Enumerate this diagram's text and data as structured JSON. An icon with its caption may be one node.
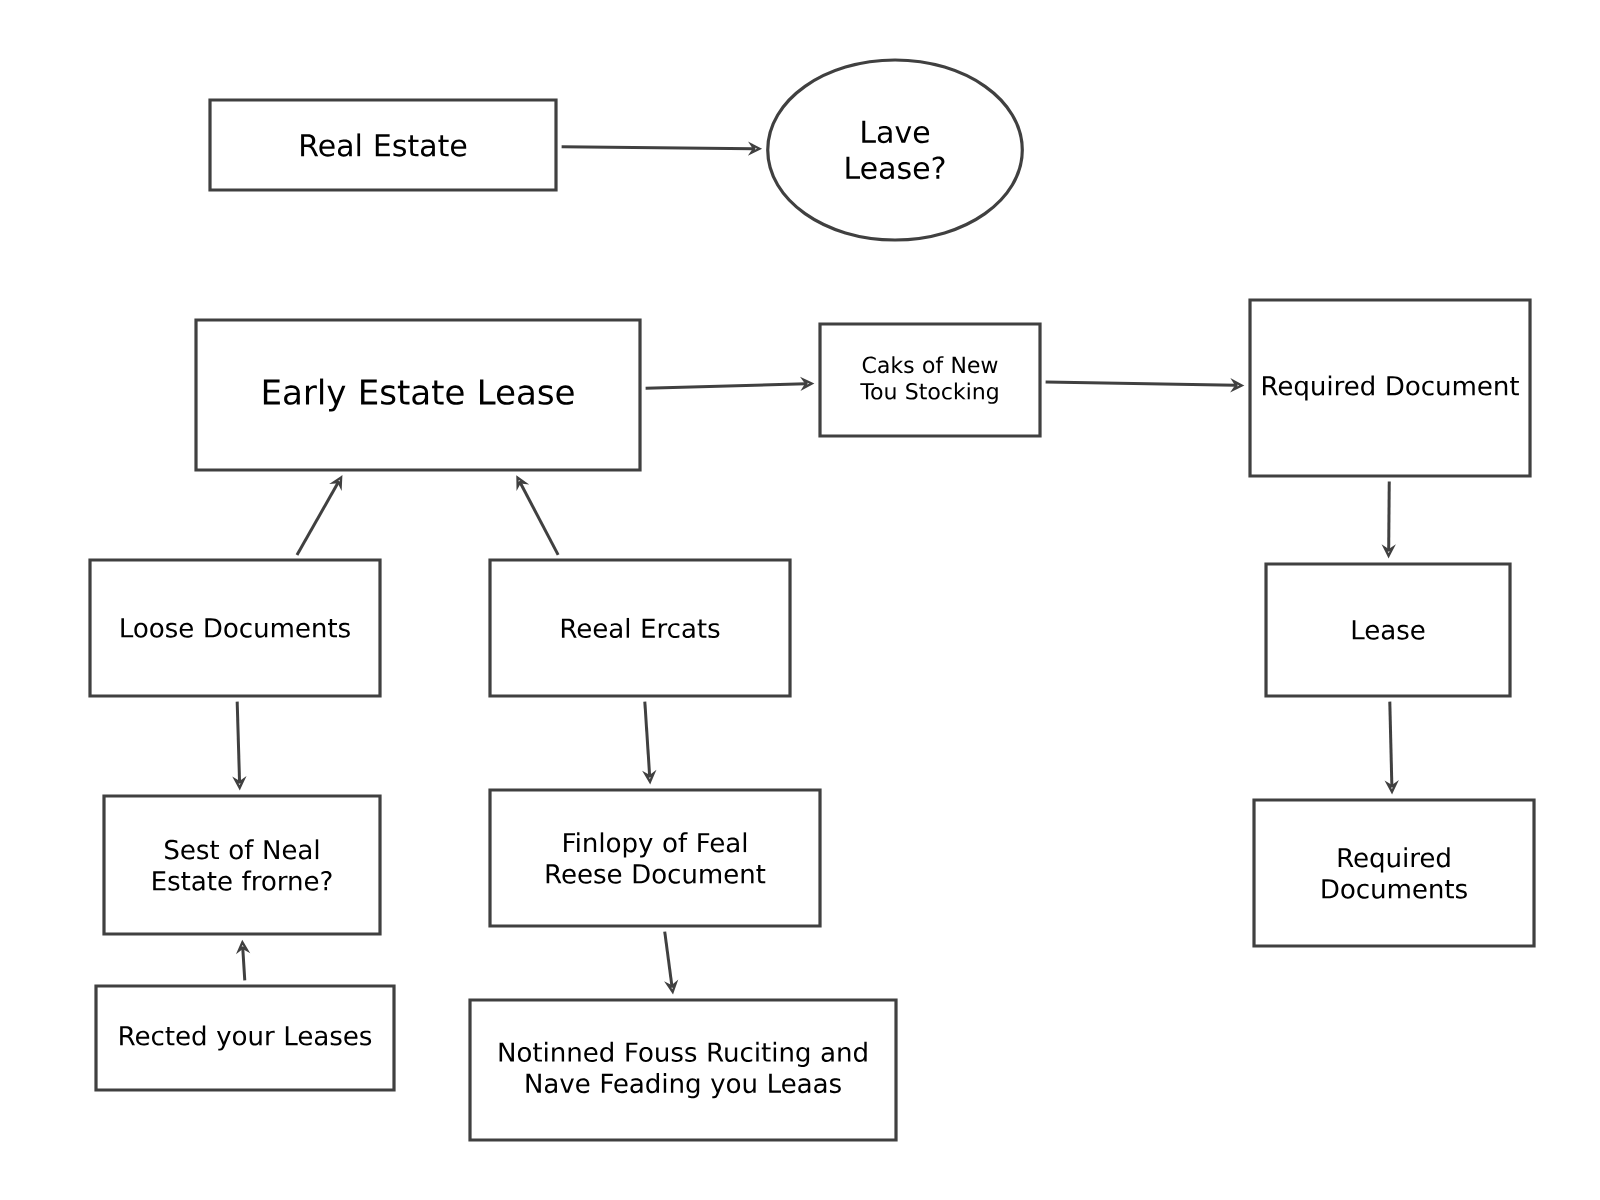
{
  "diagram": {
    "nodes": [
      {
        "text": [
          "Real Estate"
        ]
      },
      {
        "text": [
          "Lave Lease?"
        ]
      },
      {
        "text": [
          "Early Estate Lease"
        ]
      },
      {
        "text": [
          "Caks of New Tou Stocking"
        ]
      },
      {
        "text": [
          "Required Document"
        ]
      },
      {
        "text": [
          "Loose Documents"
        ]
      },
      {
        "text": [
          "Reeal Ercats"
        ]
      },
      {
        "text": [
          "Lease"
        ]
      },
      {
        "text": [
          "Sest of Neal Estate frorne?"
        ]
      },
      {
        "text": [
          "Finlopy of Feal Reese Document"
        ]
      },
      {
        "text": [
          "Rected your Leases"
        ]
      },
      {
        "text": [
          "Notinned Fouss Ruciting and Nave Feading you Leaas"
        ]
      },
      {
        "text": [
          "Required Documents"
        ]
      }
    ],
    "edges": [
      {
        "from": 0,
        "to": 1,
        "arrow": "to"
      },
      {
        "from": 2,
        "to": 3,
        "arrow": "to"
      },
      {
        "from": 3,
        "to": 4,
        "arrow": "to"
      },
      {
        "from": 5,
        "to": 2,
        "arrow": "to"
      },
      {
        "from": 6,
        "to": 2,
        "arrow": "to"
      },
      {
        "from": 4,
        "to": 7,
        "arrow": "to"
      },
      {
        "from": 7,
        "to": 12,
        "arrow": "to"
      },
      {
        "from": 5,
        "to": 8,
        "arrow": "to"
      },
      {
        "from": 6,
        "to": 9,
        "arrow": "to"
      },
      {
        "from": 10,
        "to": 8,
        "arrow": "to"
      },
      {
        "from": 9,
        "to": 11,
        "arrow": "to"
      }
    ]
  }
}
